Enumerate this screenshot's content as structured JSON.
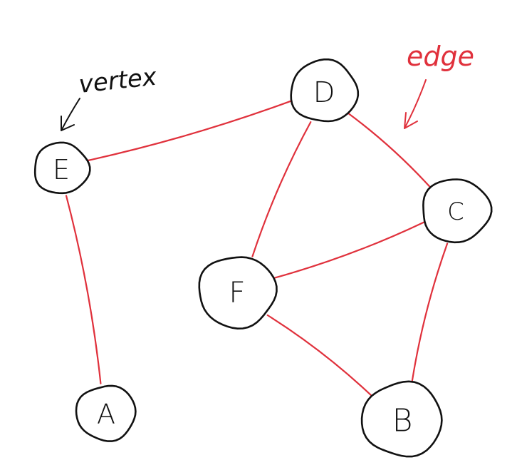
{
  "colors": {
    "edge": "#e0313c",
    "node": "#111111",
    "vertex_annotation": "#111111",
    "edge_annotation": "#e0313c"
  },
  "nodes": [
    {
      "id": "D",
      "label": "D"
    },
    {
      "id": "E",
      "label": "E"
    },
    {
      "id": "C",
      "label": "C"
    },
    {
      "id": "F",
      "label": "F"
    },
    {
      "id": "A",
      "label": "A"
    },
    {
      "id": "B",
      "label": "B"
    }
  ],
  "edges": [
    {
      "from": "E",
      "to": "D"
    },
    {
      "from": "E",
      "to": "A"
    },
    {
      "from": "D",
      "to": "F"
    },
    {
      "from": "D",
      "to": "C"
    },
    {
      "from": "F",
      "to": "C"
    },
    {
      "from": "F",
      "to": "B"
    },
    {
      "from": "C",
      "to": "B"
    }
  ],
  "annotations": {
    "vertex_label": "vertex",
    "edge_label": "edge"
  }
}
